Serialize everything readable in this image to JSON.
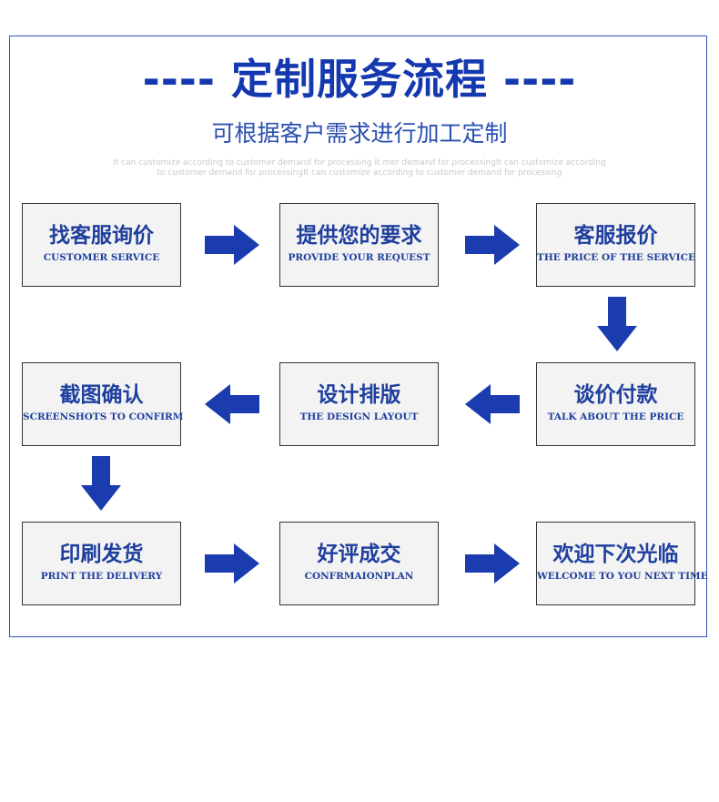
{
  "title": "---- 定制服务流程 ----",
  "subtitle": "可根据客户需求进行加工定制",
  "small_text": "It can customize according to customer demand for processing It mer demand for processingIt can customize according to customer demand for processingIt can customize according to customer demand for processing",
  "colors": {
    "accent": "#1438b0",
    "arrow": "#1a3cae",
    "box_bg": "#f3f3f3",
    "border": "#2a56b8"
  },
  "steps": [
    {
      "zh": "找客服询价",
      "en": "CUSTOMER SERVICE"
    },
    {
      "zh": "提供您的要求",
      "en": "PROVIDE YOUR REQUEST"
    },
    {
      "zh": "客服报价",
      "en": "THE PRICE OF THE SERVICE"
    },
    {
      "zh": "谈价付款",
      "en": "TALK ABOUT THE PRICE"
    },
    {
      "zh": "设计排版",
      "en": "THE DESIGN LAYOUT"
    },
    {
      "zh": "截图确认",
      "en": "SCREENSHOTS TO CONFIRM"
    },
    {
      "zh": "印刷发货",
      "en": "PRINT THE DELIVERY"
    },
    {
      "zh": "好评成交",
      "en": "CONFRMAIONPLAN"
    },
    {
      "zh": "欢迎下次光临",
      "en": "WELCOME TO YOU NEXT TIME"
    }
  ],
  "arrows": {
    "a1": "right-arrow-icon",
    "a2": "right-arrow-icon",
    "a3": "down-arrow-icon",
    "a4": "left-arrow-icon",
    "a5": "left-arrow-icon",
    "a6": "down-arrow-icon",
    "a7": "right-arrow-icon",
    "a8": "right-arrow-icon"
  }
}
